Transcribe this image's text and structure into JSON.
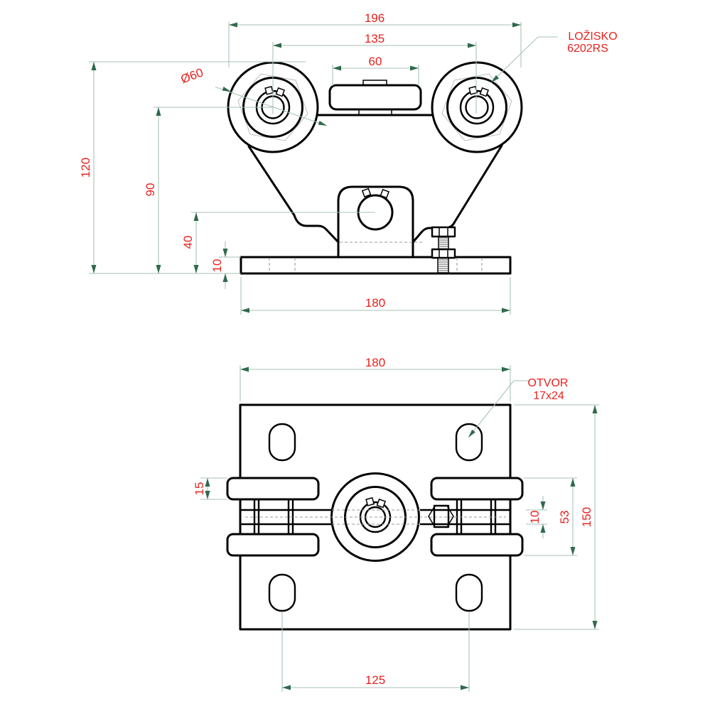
{
  "labels": {
    "bearing": {
      "line1": "LOŽISKO",
      "line2": "6202RS"
    },
    "hole": {
      "line1": "OTVOR",
      "line2": "17x24"
    }
  },
  "front_view": {
    "dims": {
      "overall_width": "196",
      "wheel_spacing": "135",
      "cap_width": "60",
      "wheel_diameter": "Ø60",
      "overall_height": "120",
      "wheel_center_height": "90",
      "bracket_hole_height": "40",
      "plate_thickness": "10",
      "plate_width": "180"
    }
  },
  "plan_view": {
    "dims": {
      "plate_width": "180",
      "flange_thickness": "15",
      "axle_width": "10",
      "flange_span": "53",
      "plate_height": "150",
      "hole_spacing": "125"
    }
  },
  "colors": {
    "outline": "#000000",
    "dimension_line": "#a9c2b5",
    "arrow": "#2f6a4d",
    "dimension_text": "#e8211d",
    "hidden_line": "#9a9a9a",
    "background": "#ffffff"
  }
}
